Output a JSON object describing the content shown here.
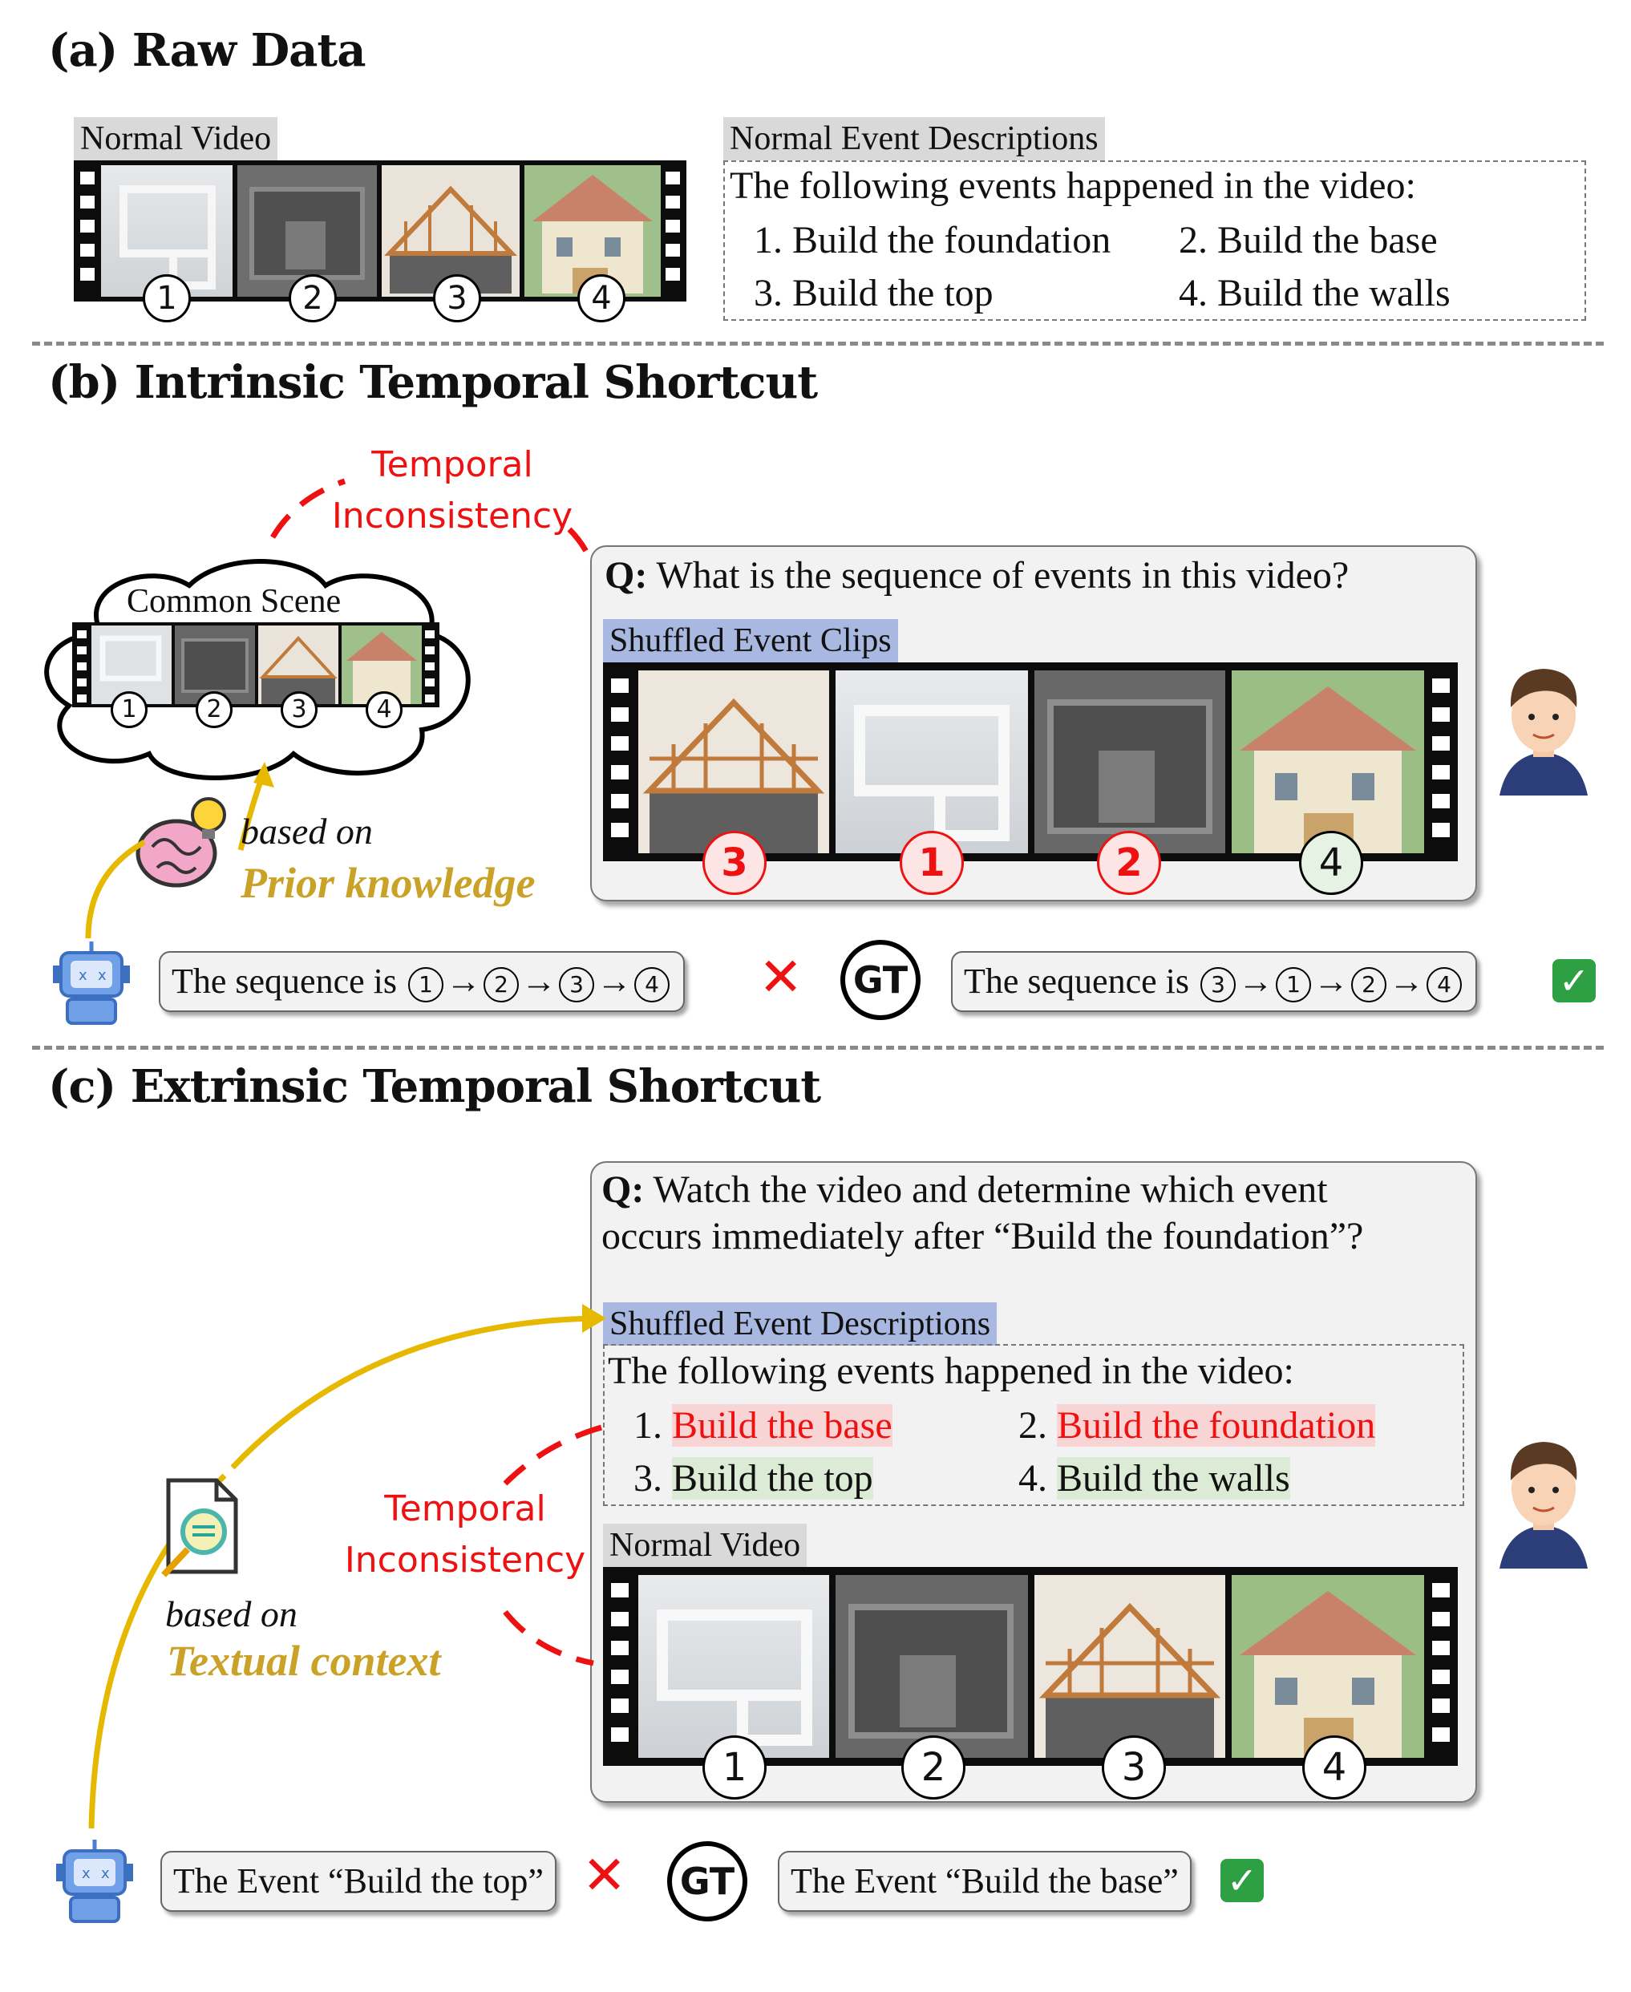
{
  "section_a": {
    "title": "(a) Raw Data",
    "video_label": "Normal Video",
    "desc_label": "Normal Event Descriptions",
    "desc_intro": "The following events happened in the video:",
    "events": [
      "1. Build the foundation",
      "2. Build the base",
      "3. Build the top",
      "4. Build the walls"
    ],
    "frame_numbers": [
      "1",
      "2",
      "3",
      "4"
    ]
  },
  "section_b": {
    "title": "(b) Intrinsic Temporal Shortcut",
    "inconsistency_line1": "Temporal",
    "inconsistency_line2": "Inconsistency",
    "cloud_label": "Common Scene",
    "cloud_numbers": [
      "1",
      "2",
      "3",
      "4"
    ],
    "based_on": "based on",
    "prior_knowledge": "Prior knowledge",
    "question_prefix": "Q:",
    "question": "What is the sequence of events in this video?",
    "clips_label": "Shuffled Event Clips",
    "clip_numbers": [
      "3",
      "1",
      "2",
      "4"
    ],
    "answer_prefix": "The sequence is",
    "answer_seq": [
      "1",
      "2",
      "3",
      "4"
    ],
    "gt_label": "GT",
    "gt_prefix": "The sequence is",
    "gt_seq": [
      "3",
      "1",
      "2",
      "4"
    ],
    "arrow": "→"
  },
  "section_c": {
    "title": "(c) Extrinsic Temporal Shortcut",
    "question_prefix": "Q:",
    "question_line1": "Watch the video and determine which event",
    "question_line2": "occurs immediately after “Build the foundation”?",
    "desc_label": "Shuffled Event Descriptions",
    "desc_intro": "The following events happened in the video:",
    "events": [
      {
        "num": "1.",
        "text": "Build the base"
      },
      {
        "num": "2.",
        "text": "Build the foundation"
      },
      {
        "num": "3.",
        "text": "Build the top"
      },
      {
        "num": "4.",
        "text": "Build the walls"
      }
    ],
    "inconsistency_line1": "Temporal",
    "inconsistency_line2": "Inconsistency",
    "video_label": "Normal Video",
    "frame_numbers": [
      "1",
      "2",
      "3",
      "4"
    ],
    "based_on": "based on",
    "textual_context": "Textual context",
    "answer": "The Event “Build the top”",
    "gt_label": "GT",
    "gt_answer": "The Event “Build the base”"
  },
  "colors": {
    "error_red": "#ee1111",
    "gold": "#c9a227",
    "label_blue": "#a8b8e0",
    "label_gray": "#d9d9d9",
    "check_green": "#2ea043"
  },
  "icons": [
    "robot-icon",
    "person-avatar-icon",
    "brain-lightbulb-icon",
    "document-search-icon",
    "cross-icon",
    "check-icon"
  ]
}
